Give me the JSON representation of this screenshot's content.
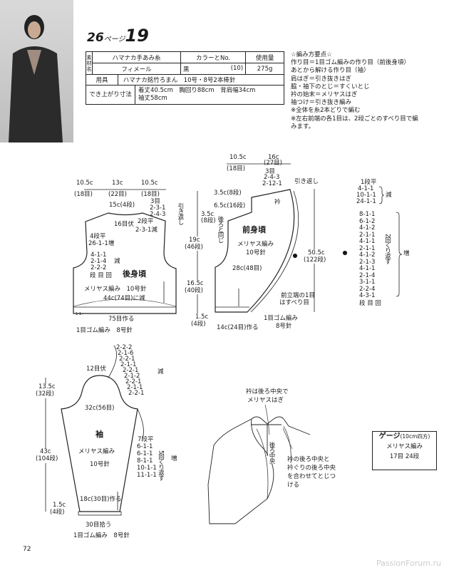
{
  "header": {
    "page_ref": "26",
    "page_word": "ページ",
    "pattern_no": "19"
  },
  "materials": {
    "label_material": "素材名",
    "col_yarn": "ハマナカ手あみ糸",
    "col_color": "カラーとNo.",
    "col_amount": "使用量",
    "yarn": "フィメール",
    "color": "黒",
    "color_no": "(10)",
    "amount": "275g",
    "tools_label": "用具",
    "tools": "ハマナカ銘竹ろまん　10号・8号2本棒針",
    "size_label": "でき上がり寸法",
    "size_line1": "着丈40.5cm　胸回り88cm　背肩幅34cm",
    "size_line2": "袖丈58cm"
  },
  "notes": [
    "☆編み方要点☆",
    "作り目＝1目ゴム編みの作り目（前後身頃）",
    "あとから解ける作り目（袖）",
    "肩はぎ＝引き抜きはぎ",
    "脇・袖下のとじ＝すくいとじ",
    "衿の始末＝メリヤスはぎ",
    "袖つけ＝引き抜き編み",
    "※全体を糸2本どりで編む",
    "※左右前端の各1目は、2段ごとのすべり目で編",
    "みます。"
  ],
  "back": {
    "w1": "10.5c",
    "w1s": "(18目)",
    "w2": "13c",
    "w2s": "(22目)",
    "w3": "10.5c",
    "w3s": "(18目)",
    "neck_depth": "15c(4段)",
    "sh1": "3目",
    "sh2": "2-3-1",
    "sh3": "2-4-3",
    "short_rows": "引き返し",
    "bind": "16目伏",
    "neck_flat": "2段平",
    "neck_dec": "2-3-1減",
    "inc_flat": "4段平",
    "inc": "26-1-1増",
    "arm1": "4-1-1",
    "arm2": "2-1-4",
    "arm3": "2-2-2",
    "arm_dec": "減",
    "legend": "段 目 回",
    "title": "後身頃",
    "stitch": "メリヤス編み　10号針",
    "dec_to": "44c(74目)に減",
    "cast_on": "75目作る",
    "rib": "1目ゴム編み　8号針",
    "rib_mark": "1-1-"
  },
  "front": {
    "w1": "10.5c",
    "w1s": "(18目)",
    "w2": "16c",
    "w2s": "(27目)",
    "sr1": "3目",
    "sr2": "2-4-3",
    "sr3": "2-12-1",
    "short_rows": "引き返し",
    "d1": "3.5c(8段)",
    "d2": "6.5c(16段)",
    "d3": "3.5c",
    "d3s": "(8段)",
    "d4": "19c",
    "d4s": "(46段)",
    "d5": "16.5c",
    "d5s": "(40段)",
    "d6": "1.5c",
    "d6s": "(4段)",
    "same_back": "後ろと同じ",
    "collar": "衿",
    "title": "前身頃",
    "stitch": "メリヤス編み",
    "needle": "10号針",
    "width": "28c(48目)",
    "length": "50.5c",
    "length_s": "(122段)",
    "edge1": "前立端の1目",
    "edge2": "はすべり目",
    "rib1": "1目ゴム編み",
    "rib2": "8号針",
    "cast_on": "14c(24目)作る"
  },
  "shaping": {
    "top": [
      "1段平",
      "4-1-1",
      "10-1-1",
      "24-1-1"
    ],
    "top_label": "減",
    "inc": [
      "8-1-1",
      "6-1-2",
      "4-1-2",
      "2-1-1",
      "4-1-1",
      "2-1-1",
      "4-1-2",
      "2-1-3",
      "4-1-1",
      "2-1-4",
      "3-1-1",
      "2-2-4",
      "4-3-1"
    ],
    "repeat": "2回くり返す",
    "inc_label": "増",
    "legend": "段 目 回"
  },
  "sleeve": {
    "cap": [
      "2-2-2",
      "2-1-6",
      "2-2-1",
      "2-1-1",
      "2-2-1",
      "2-1-2",
      "2-2-1",
      "2-1-1",
      "2-2-1"
    ],
    "cap_label": "減",
    "bind": "12目伏",
    "cap_h": "13.5c",
    "cap_hs": "(32段)",
    "width": "32c(56目)",
    "title": "袖",
    "stitch": "メリヤス編み",
    "needle": "10号針",
    "inc": [
      "7段平",
      "6-1-1",
      "6-1-1",
      "8-1-1",
      "10-1-1",
      "11-1-1"
    ],
    "repeat": "5回くり返す",
    "inc_label": "増",
    "len": "43c",
    "len_s": "(104段)",
    "cast_on": "18c(30目)作る",
    "cuff": "1.5c",
    "cuff_s": "(4段)",
    "pick": "30目拾う",
    "rib": "1目ゴム編み　8号針"
  },
  "assembly": {
    "note1": "衿は後ろ中央で",
    "note2": "メリヤスはぎ",
    "center": "後ろ中央",
    "join": [
      "衿の後ろ中央と",
      "衿ぐりの後ろ中央",
      "を合わせてとじつ",
      "ける"
    ]
  },
  "gauge": {
    "title": "ゲージ",
    "unit": "(10cm四方)",
    "stitch": "メリヤス編み",
    "value": "17目 24段"
  },
  "page_number": "72",
  "watermark": "PassionForum.ru"
}
